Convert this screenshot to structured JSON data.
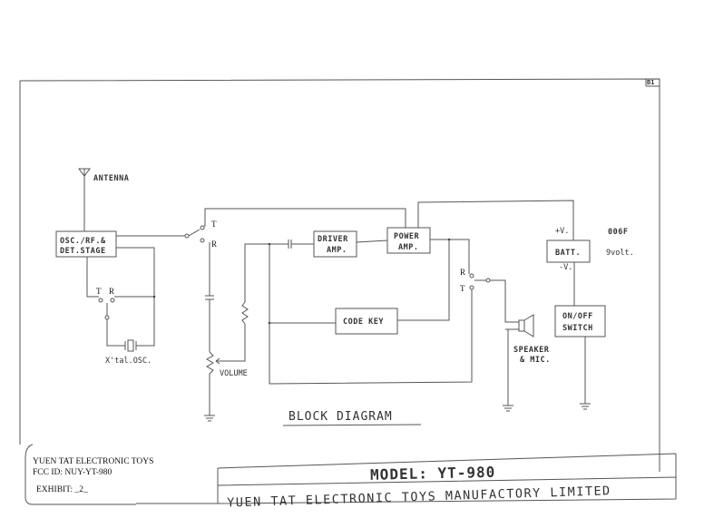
{
  "sheet_id": "B1",
  "antenna_label": "ANTENNA",
  "blocks": {
    "osc_line1": "OSC./RF.&",
    "osc_line2": "DET.STAGE",
    "driver_line1": "DRIVER",
    "driver_line2": "AMP.",
    "power_line1": "POWER",
    "power_line2": "AMP.",
    "code_key": "CODE KEY",
    "batt": "BATT.",
    "onoff_line1": "ON/OFF",
    "onoff_line2": "SWITCH"
  },
  "switch_labels": {
    "t": "T",
    "r": "R"
  },
  "crystal_label": "X'tal.OSC.",
  "volume_label": "VOLUME",
  "speaker_line1": "SPEAKER",
  "speaker_line2": "& MIC.",
  "battery": {
    "plus": "+V.",
    "minus": "-V.",
    "type": "006F",
    "voltage": "9volt."
  },
  "diagram_title": "BLOCK DIAGRAM",
  "title_block": {
    "model": "MODEL: YT-980",
    "company": "YUEN TAT ELECTRONIC TOYS MANUFACTORY LIMITED"
  },
  "exhibit": {
    "company": "YUEN TAT ELECTRONIC TOYS",
    "fcc_id": "FCC ID:  NUY-YT-980",
    "exhibit": "EXHIBIT:  _2_"
  }
}
